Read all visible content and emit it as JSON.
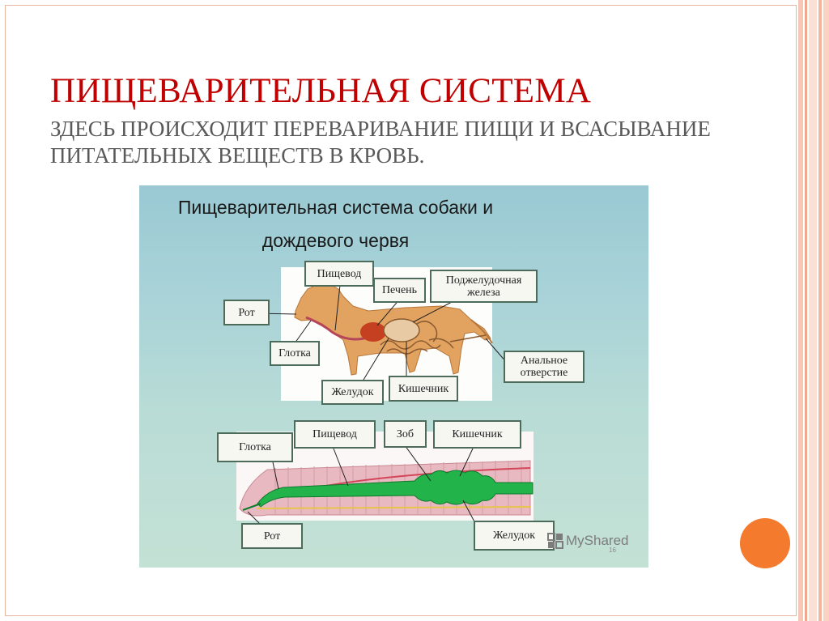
{
  "slide": {
    "title": "ПИЩЕВАРИТЕЛЬНАЯ СИСТЕМА",
    "subtitle": "ЗДЕСЬ ПРОИСХОДИТ ПЕРЕВАРИВАНИЕ ПИЩИ И ВСАСЫВАНИЕ ПИТАТЕЛЬНЫХ ВЕЩЕСТВ В КРОВЬ.",
    "page_number": "16"
  },
  "figure": {
    "title": "Пищеварительная система собаки и\nдождевого червя",
    "watermark": "MyShared"
  },
  "dog_labels": {
    "mouth": "Рот",
    "pharynx": "Глотка",
    "esophagus": "Пищевод",
    "liver": "Печень",
    "pancreas_line1": "Поджелудочная",
    "pancreas_line2": "железа",
    "anal_line1": "Анальное",
    "anal_line2": "отверстие",
    "stomach": "Желудок",
    "intestine": "Кишечник"
  },
  "worm_labels": {
    "pharynx": "Глотка",
    "esophagus": "Пищевод",
    "crop": "Зоб",
    "intestine": "Кишечник",
    "mouth": "Рот",
    "stomach": "Желудок"
  },
  "colors": {
    "title": "#c00000",
    "subtitle": "#595959",
    "accent_circle": "#f47a2e",
    "dog_body": "#e2a361",
    "worm_gut": "#22b34a",
    "stripe_outer": "#f3b59d",
    "stripe_inner": "#f9d9cb"
  }
}
